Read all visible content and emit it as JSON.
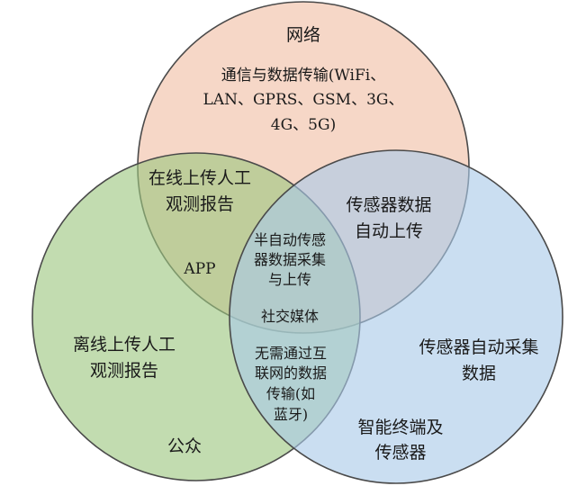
{
  "colors": {
    "network_fill": "#f3c7b1",
    "network_stroke": "#4a4a4a",
    "public_fill": "#9dc77f",
    "public_stroke": "#4a4a4a",
    "sensor_fill": "#a9c9e9",
    "sensor_stroke": "#4a4a4a"
  },
  "circles": {
    "network": {
      "title": "网络",
      "desc_line1": "通信与数据传输(WiFi、",
      "desc_line2": "LAN、GPRS、GSM、3G、",
      "desc_line3": "4G、5G)"
    },
    "public": {
      "title": "公众",
      "desc_line1": "离线上传人工",
      "desc_line2": "观测报告"
    },
    "sensor": {
      "title_line1": "智能终端及",
      "title_line2": "传感器",
      "desc_line1": "传感器自动采集",
      "desc_line2": "数据"
    }
  },
  "overlaps": {
    "network_public_line1": "在线上传人工",
    "network_public_line2": "观测报告",
    "network_public_app": "APP",
    "network_sensor_line1": "传感器数据",
    "network_sensor_line2": "自动上传",
    "all_line1": "半自动传感",
    "all_line2": "器数据采集",
    "all_line3": "与上传",
    "all_social": "社交媒体",
    "public_sensor_line1": "无需通过互",
    "public_sensor_line2": "联网的数据",
    "public_sensor_line3": "传输(如",
    "public_sensor_line4": "蓝牙)"
  }
}
